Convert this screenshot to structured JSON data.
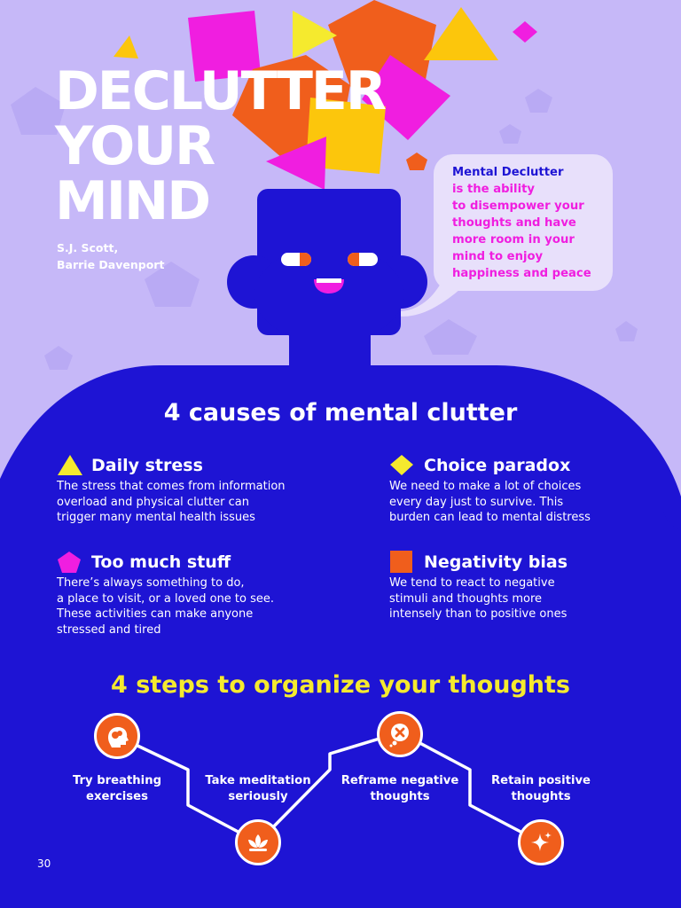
{
  "title": {
    "line1": "DECLUTTER",
    "line2": "YOUR",
    "line3": "MIND"
  },
  "authors": {
    "line1": "S.J. Scott,",
    "line2": "Barrie Davenport"
  },
  "bubble": {
    "title": "Mental Declutter",
    "lines": [
      "is the ability",
      "to disempower your",
      "thoughts and have",
      "more room in your",
      "mind to enjoy",
      "happiness and peace"
    ]
  },
  "causes": {
    "title": "4 causes of mental clutter",
    "items": [
      {
        "name": "Daily stress",
        "icon": "triangle-icon",
        "lines": [
          "The stress that comes from information",
          "overload and physical clutter can",
          "trigger many mental health issues"
        ]
      },
      {
        "name": "Choice paradox",
        "icon": "diamond-icon",
        "lines": [
          "We need to make a lot of choices",
          "every day just to survive. This",
          "burden can lead to mental distress"
        ]
      },
      {
        "name": "Too much stuff",
        "icon": "pentagon-icon",
        "lines": [
          "There’s always something to do,",
          "a place to visit, or a loved one to see.",
          "These activities can make anyone",
          "stressed and tired"
        ]
      },
      {
        "name": "Negativity bias",
        "icon": "square-icon",
        "lines": [
          "We tend to react to negative",
          "stimuli and thoughts more",
          "intensely than to positive ones"
        ]
      }
    ]
  },
  "steps": {
    "title": "4 steps to organize your thoughts",
    "items": [
      {
        "lines": [
          "Try breathing",
          "exercises"
        ],
        "icon": "head-breathing-icon"
      },
      {
        "lines": [
          "Take meditation",
          "seriously"
        ],
        "icon": "lotus-icon"
      },
      {
        "lines": [
          "Reframe negative",
          "thoughts"
        ],
        "icon": "thought-cancel-icon"
      },
      {
        "lines": [
          "Retain positive",
          "thoughts"
        ],
        "icon": "sparkle-icon"
      }
    ]
  },
  "page_number": "30",
  "colors": {
    "background": "#c6b8f8",
    "body_blue": "#1e14d4",
    "magenta": "#f01ee0",
    "orange": "#f05e1c",
    "yellow": "#f5ea2e",
    "gold": "#fcc60c"
  }
}
